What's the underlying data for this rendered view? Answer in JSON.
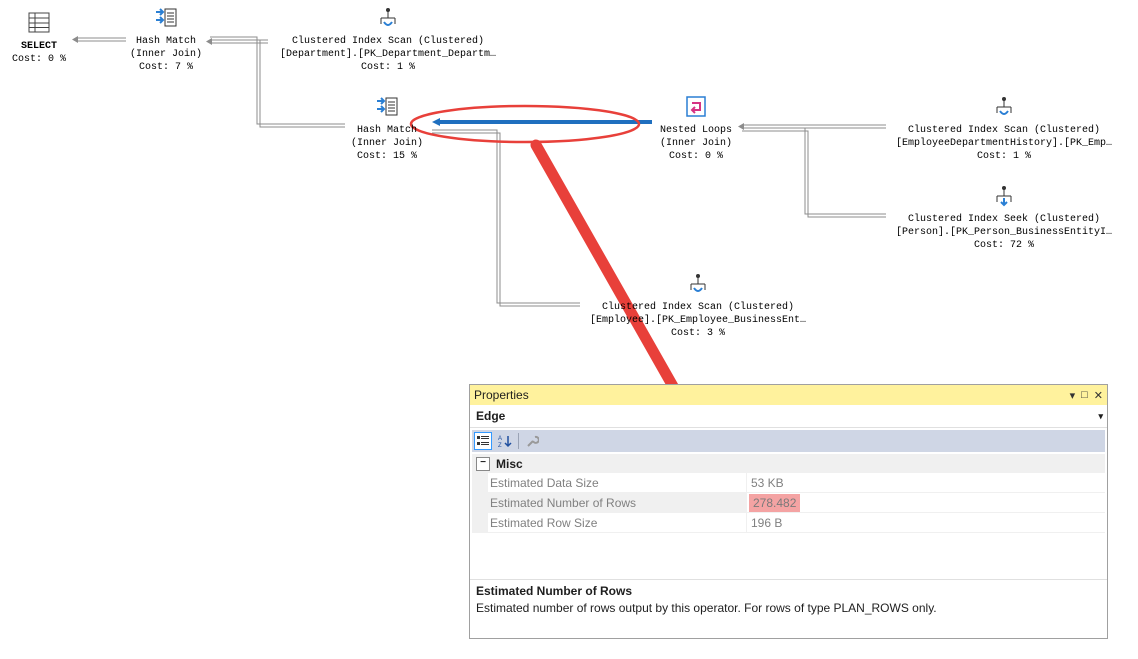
{
  "plan": {
    "select": {
      "line1": "SELECT",
      "cost": "Cost: 0 %"
    },
    "hash1": {
      "line1": "Hash Match",
      "line2": "(Inner Join)",
      "cost": "Cost: 7 %"
    },
    "scan_dept": {
      "line1": "Clustered Index Scan (Clustered)",
      "line2": "[Department].[PK_Department_Departm…",
      "cost": "Cost: 1 %"
    },
    "hash2": {
      "line1": "Hash Match",
      "line2": "(Inner Join)",
      "cost": "Cost: 15 %"
    },
    "nested": {
      "line1": "Nested Loops",
      "line2": "(Inner Join)",
      "cost": "Cost: 0 %"
    },
    "scan_edh": {
      "line1": "Clustered Index Scan (Clustered)",
      "line2": "[EmployeeDepartmentHistory].[PK_Emp…",
      "cost": "Cost: 1 %"
    },
    "seek_person": {
      "line1": "Clustered Index Seek (Clustered)",
      "line2": "[Person].[PK_Person_BusinessEntityI…",
      "cost": "Cost: 72 %"
    },
    "scan_emp": {
      "line1": "Clustered Index Scan (Clustered)",
      "line2": "[Employee].[PK_Employee_BusinessEnt…",
      "cost": "Cost: 3 %"
    }
  },
  "properties": {
    "title": "Properties",
    "selected_object": "Edge",
    "category": "Misc",
    "rows": [
      {
        "name": "Estimated Data Size",
        "value": "53 KB"
      },
      {
        "name": "Estimated Number of Rows",
        "value": "278.482"
      },
      {
        "name": "Estimated Row Size",
        "value": "196 B"
      }
    ],
    "description_title": "Estimated Number of Rows",
    "description_text": "Estimated number of rows output by this operator. For rows of type PLAN_ROWS only."
  },
  "colors": {
    "highlight_red": "#e8403a",
    "edge_blue": "#1f6fbf",
    "title_yellow": "#fff29d",
    "value_highlight": "#f4a3a3"
  },
  "icons": {
    "select": "table-icon",
    "hash": "hash-match-icon",
    "scan": "index-scan-icon",
    "nested": "nested-loops-icon"
  }
}
